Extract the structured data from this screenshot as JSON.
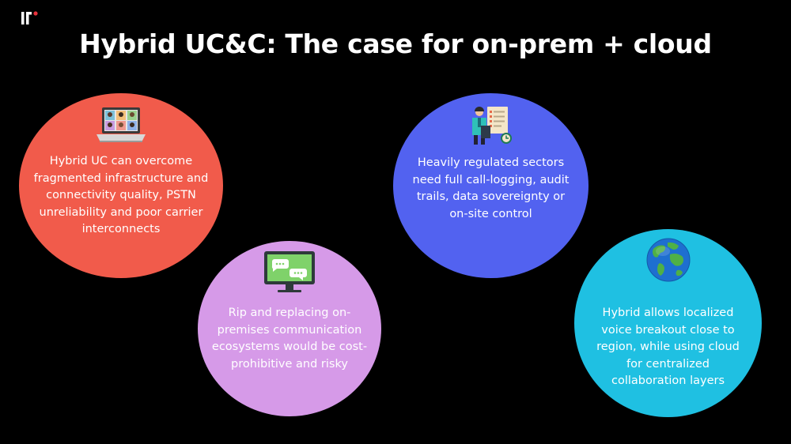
{
  "slide": {
    "title": "Hybrid UC&C: The case for on-prem + cloud"
  },
  "logo": {
    "icon": "brand-logo-icon",
    "accent": "#e8323c"
  },
  "circles": [
    {
      "color": "#f15b4b",
      "icon": "laptop-video-call-icon",
      "text": "Hybrid UC can overcome fragmented infrastructure and connectivity quality, PSTN unreliability and poor carrier interconnects"
    },
    {
      "color": "#d69ae8",
      "icon": "monitor-chat-icon",
      "text": "Rip and replacing on-premises communication ecosystems would be cost-prohibitive and risky"
    },
    {
      "color": "#5262f0",
      "icon": "person-checklist-icon",
      "text": "Heavily regulated sectors need full call-logging, audit trails, data sovereignty or on-site control"
    },
    {
      "color": "#1fc0e2",
      "icon": "globe-icon",
      "text": "Hybrid allows localized voice breakout close to region, while using cloud for centralized collaboration layers"
    }
  ]
}
